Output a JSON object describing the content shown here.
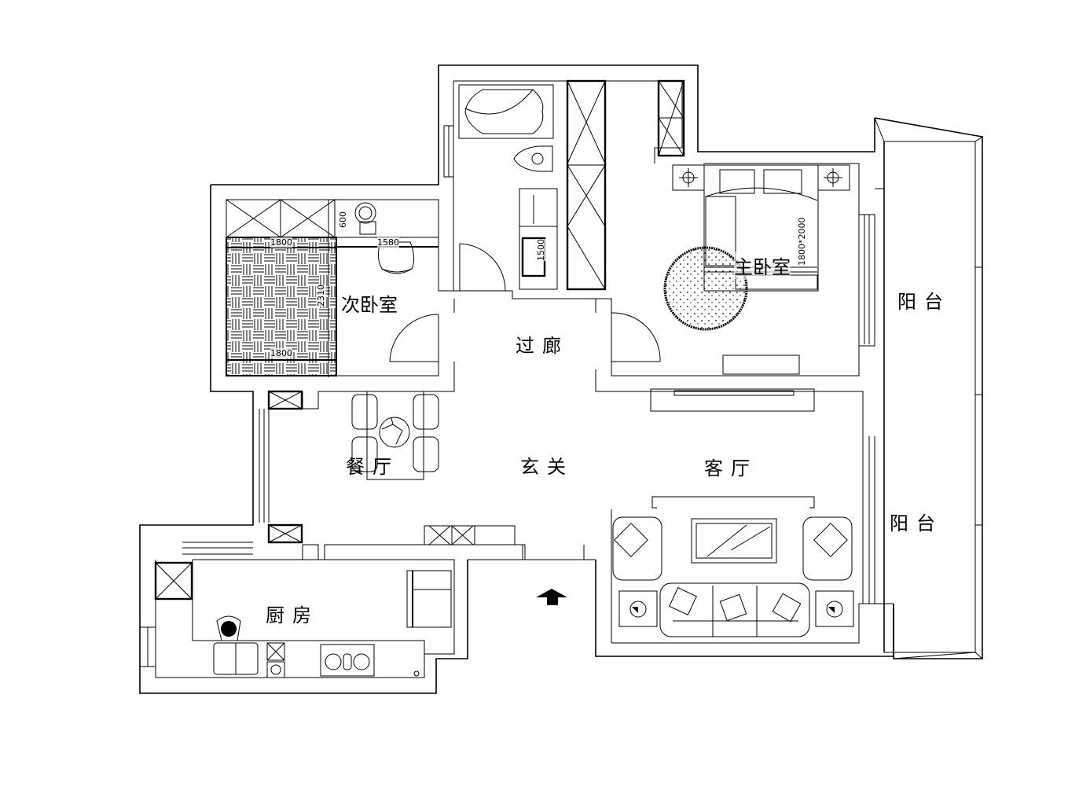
{
  "floor_plan": {
    "rooms": {
      "second_bedroom": "次卧室",
      "master_bedroom": "主卧室",
      "corridor": "过廊",
      "dining_room": "餐厅",
      "foyer": "玄关",
      "living_room": "客厅",
      "kitchen": "厨房",
      "balcony_upper": "阳台",
      "balcony_lower": "阳台"
    },
    "dimensions": {
      "bed_top": "1800",
      "bed_side": "2310",
      "bed_bottom": "1800",
      "desk_depth": "600",
      "desk_width": "1580",
      "bath_cabinet": "1500",
      "master_bed_size": "1800*2000"
    },
    "icons": {
      "entry_arrow": "entrance-arrow"
    }
  }
}
